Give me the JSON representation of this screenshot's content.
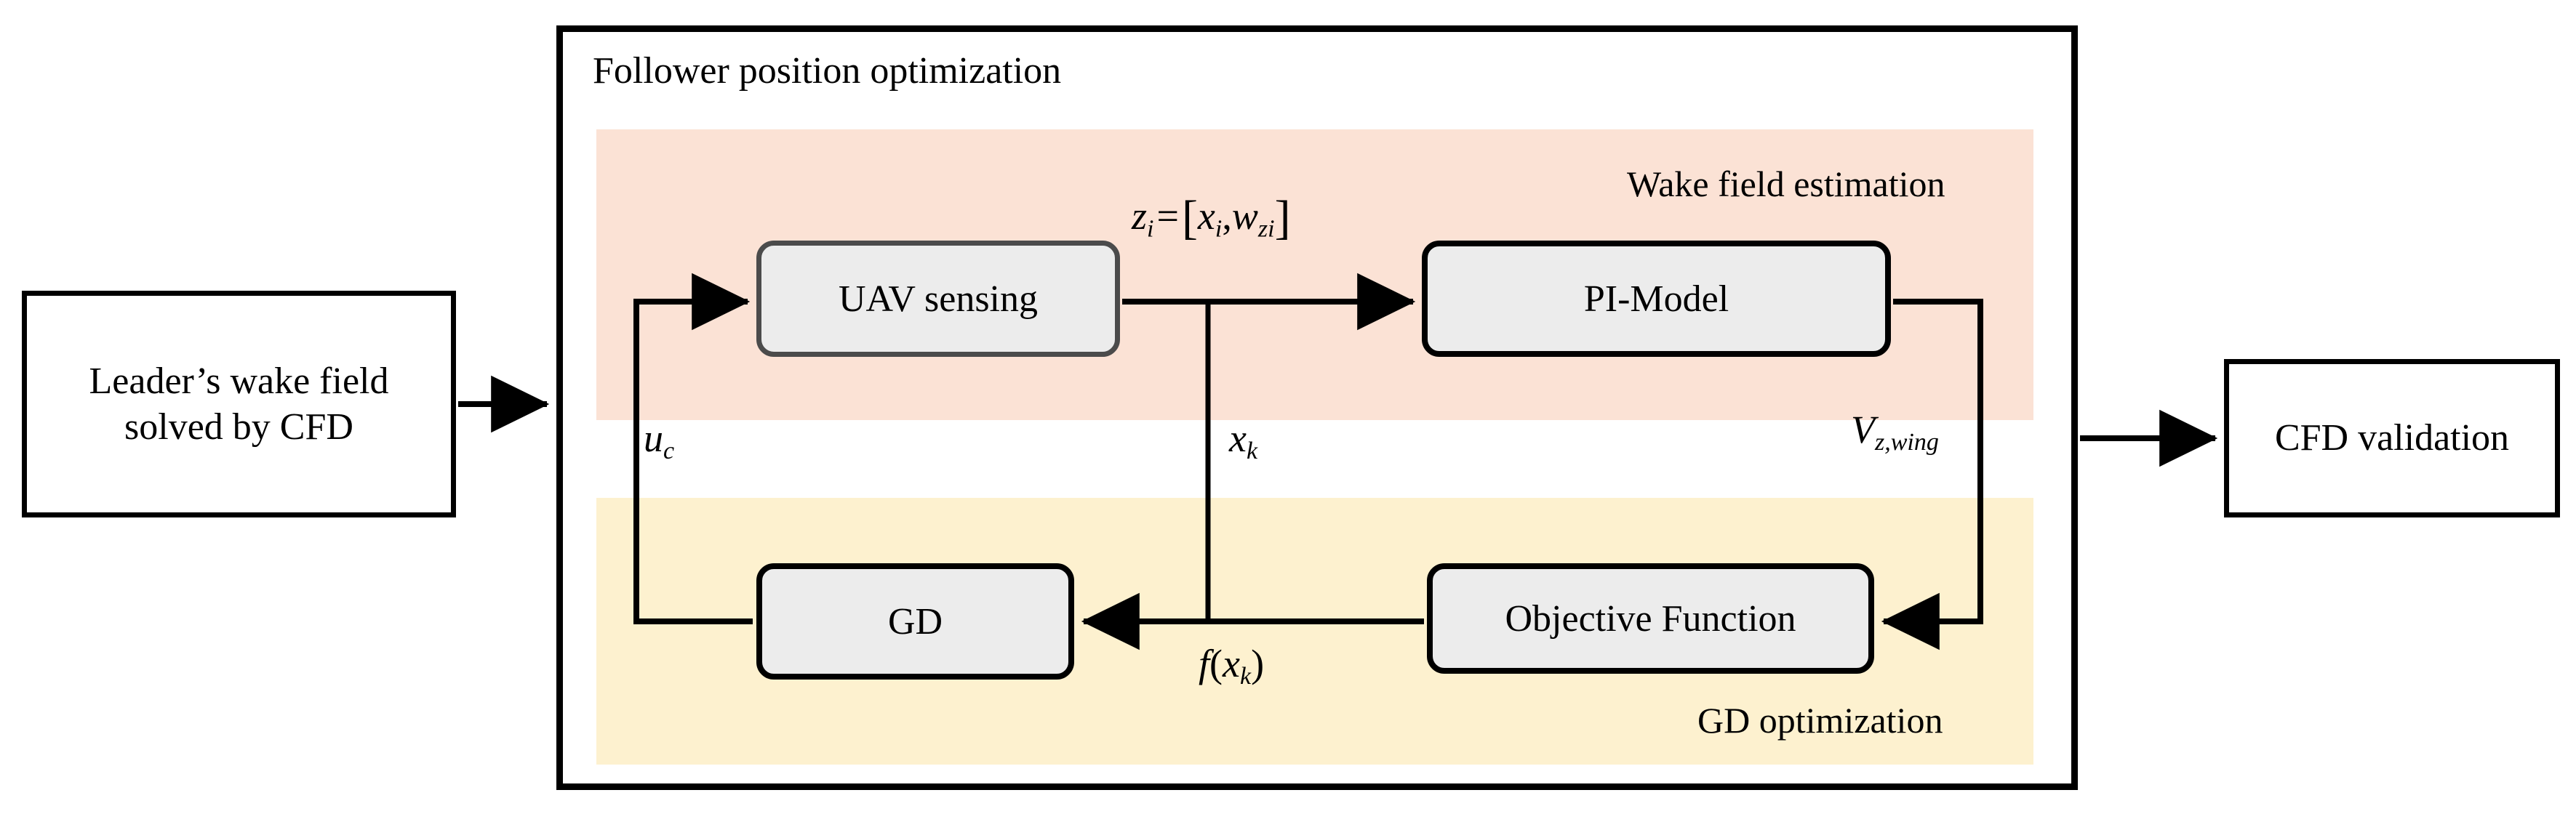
{
  "diagram": {
    "title": "Follower position optimization",
    "type": "flowchart",
    "left_box": {
      "line1": "Leader’s wake field",
      "line2": "solved by CFD"
    },
    "right_box": {
      "label": "CFD validation"
    },
    "bands": [
      {
        "name": "wake-field-estimation",
        "label": "Wake field estimation",
        "color": "#fbe2d5"
      },
      {
        "name": "gd-optimization",
        "label": "GD optimization",
        "color": "#fdf1cf"
      }
    ],
    "nodes": [
      {
        "id": "uav-sensing",
        "label": "UAV sensing",
        "band": "wake-field-estimation",
        "fill": "#ececec",
        "stroke": "#4b4b4b"
      },
      {
        "id": "pi-model",
        "label": "PI-Model",
        "band": "wake-field-estimation",
        "fill": "#ececec",
        "stroke": "#000000"
      },
      {
        "id": "gd",
        "label": "GD",
        "band": "gd-optimization",
        "fill": "#ececec",
        "stroke": "#000000"
      },
      {
        "id": "objective-function",
        "label": "Objective Function",
        "band": "gd-optimization",
        "fill": "#ececec",
        "stroke": "#000000"
      }
    ],
    "edge_labels": {
      "uav_to_pi": {
        "var": "z",
        "sub": "i",
        "eq": "=",
        "open": "[",
        "v1": "x",
        "v1sub": "i",
        "comma": ",",
        "v2": "w",
        "v2sub": "zi",
        "close": "]"
      },
      "gd_to_uav": {
        "var": "u",
        "sub": "c"
      },
      "branch_xk": {
        "var": "x",
        "sub": "k"
      },
      "pi_to_objective": {
        "var": "V",
        "sub": "z,wing"
      },
      "objective_value": {
        "fn": "f",
        "open": "(",
        "var": "x",
        "sub": "k",
        "close": ")"
      }
    },
    "edges": [
      {
        "from": "leader-box",
        "to": "follower-frame",
        "arrow": true
      },
      {
        "from": "uav-sensing",
        "to": "pi-model",
        "arrow": true,
        "label": "uav_to_pi"
      },
      {
        "from": "pi-model",
        "to": "objective-function",
        "arrow": true,
        "label": "pi_to_objective"
      },
      {
        "from": "objective-function",
        "to": "gd",
        "arrow": true,
        "label": "objective_value"
      },
      {
        "from": "gd",
        "to": "uav-sensing",
        "arrow": true,
        "label": "gd_to_uav"
      },
      {
        "from": "branch-junction",
        "to": "gd",
        "arrow": false,
        "label": "branch_xk"
      },
      {
        "from": "follower-frame",
        "to": "cfd-validation",
        "arrow": true
      }
    ]
  }
}
